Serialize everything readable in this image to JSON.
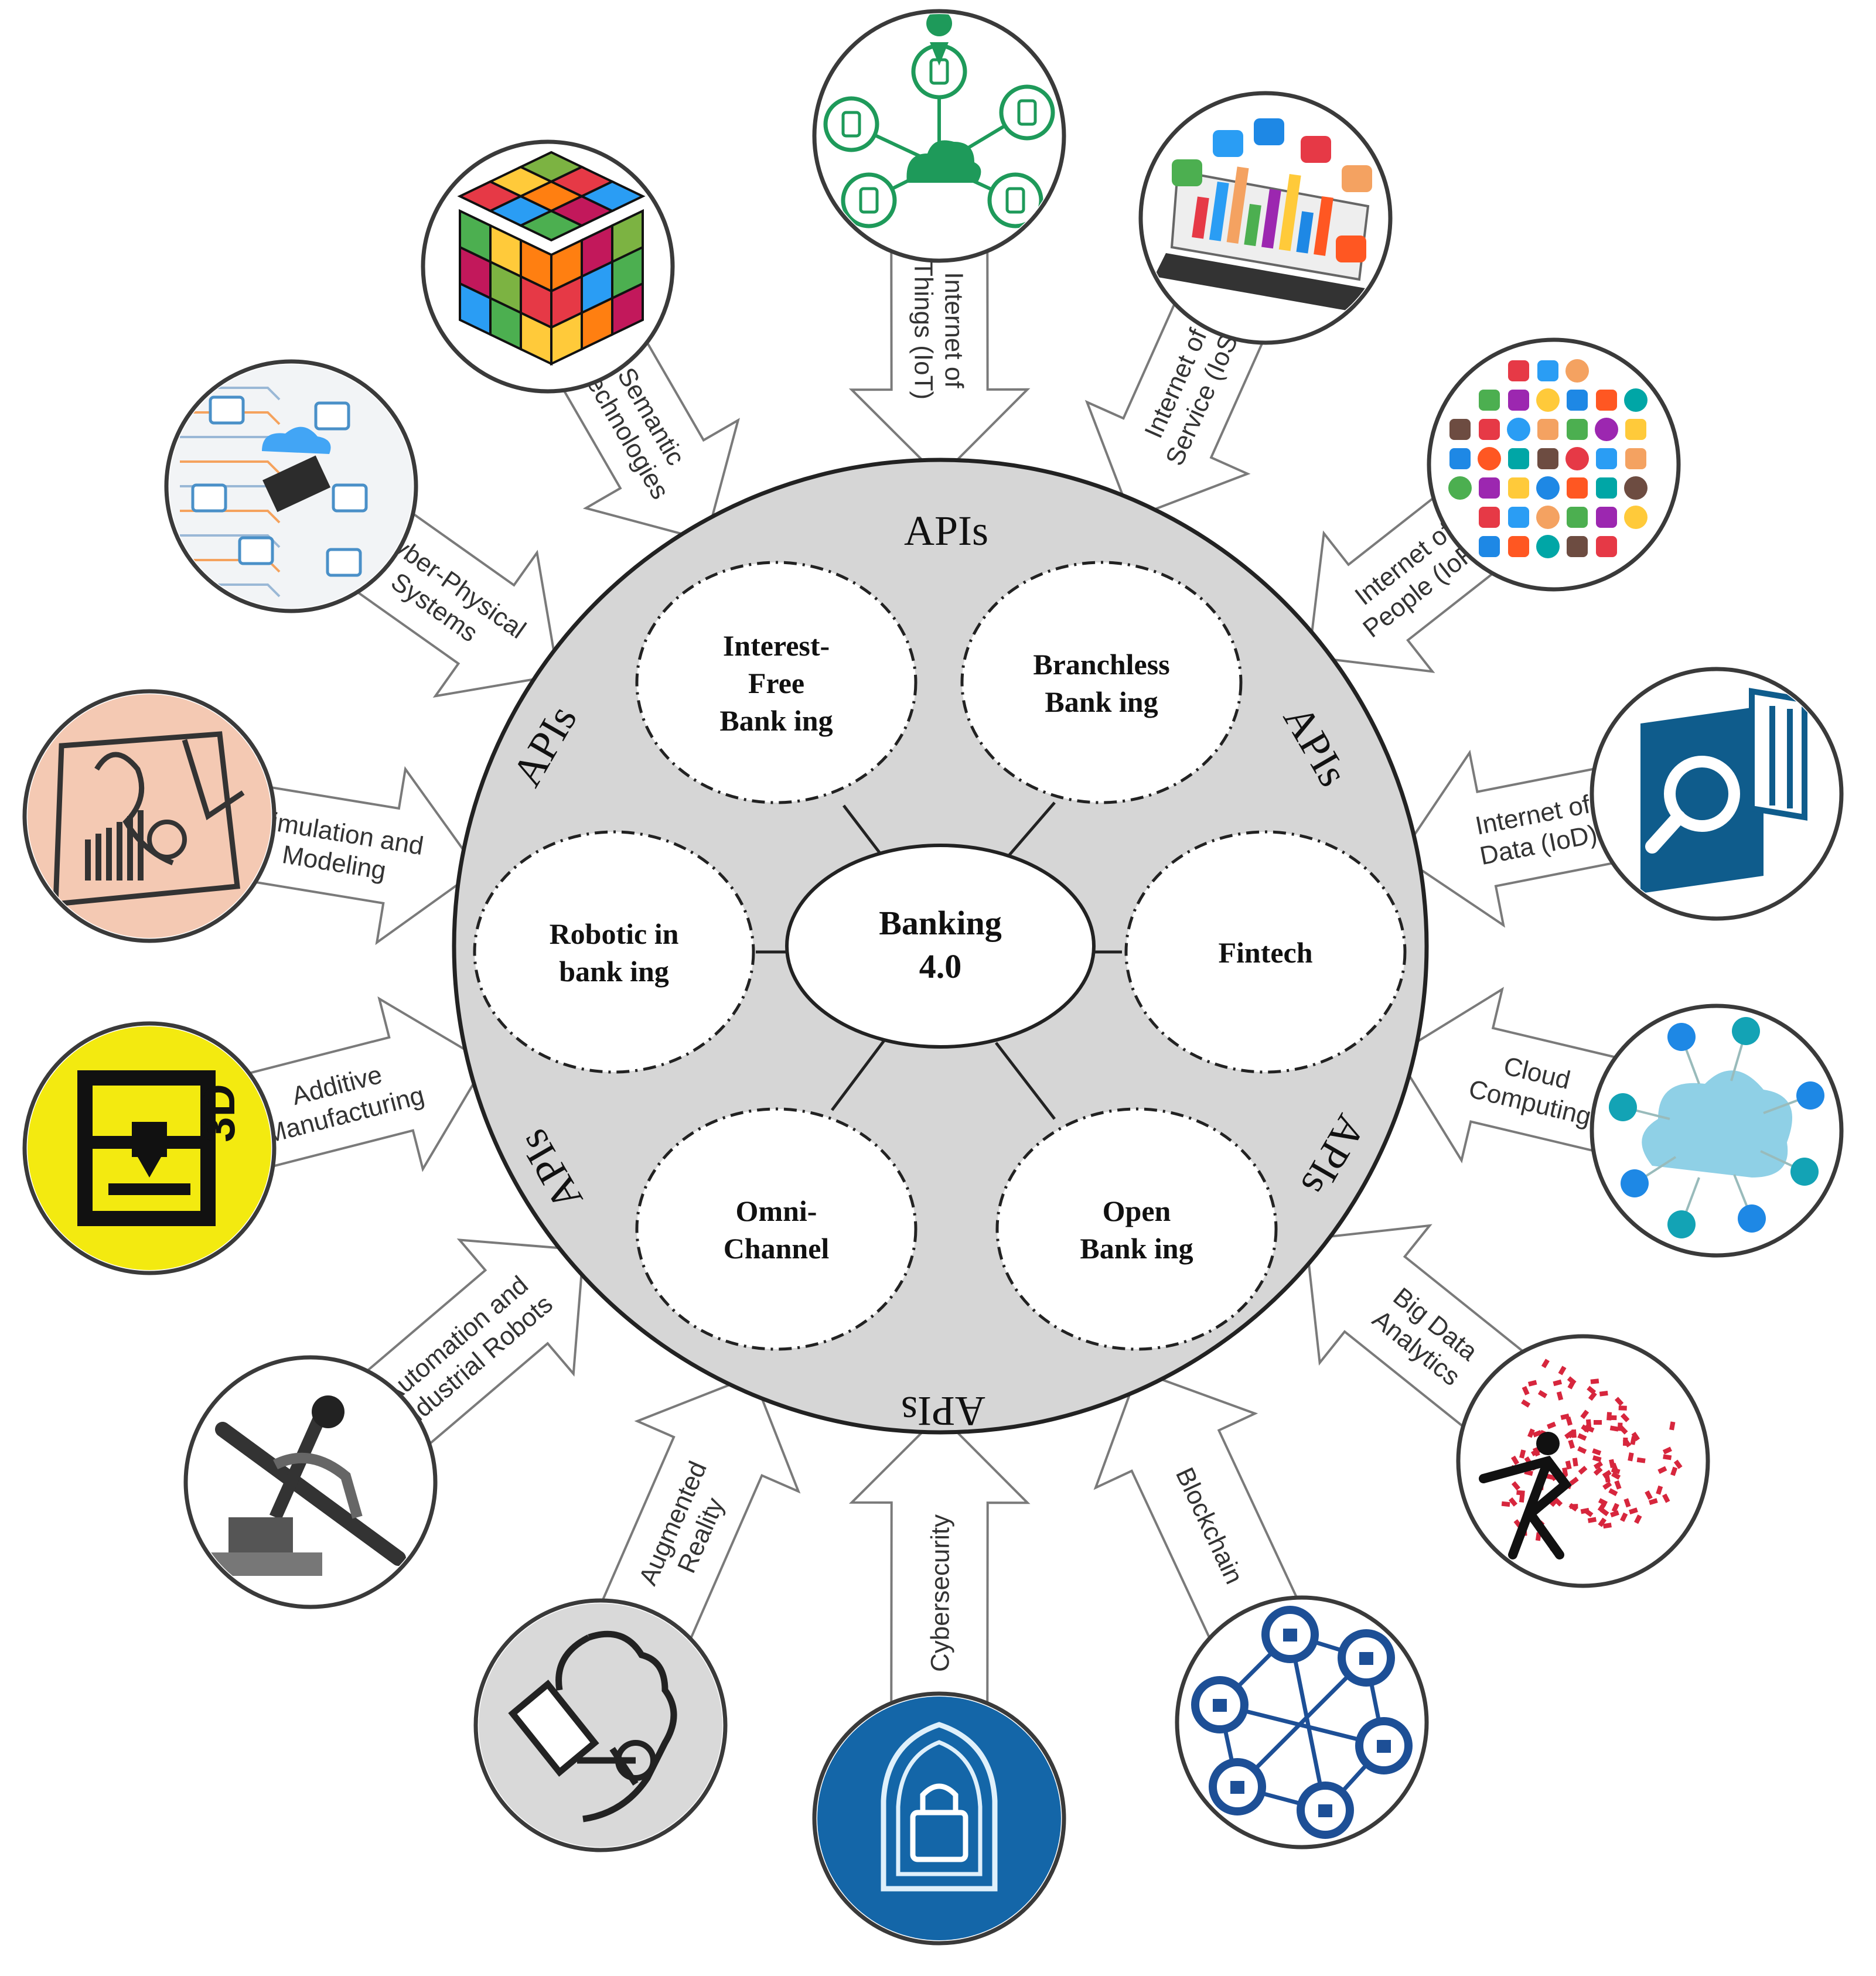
{
  "hub": {
    "center_label": [
      "Banking",
      "4.0"
    ],
    "api_label": "APIs",
    "services": [
      {
        "id": "interest-free-banking",
        "lines": [
          "Interest-",
          "Free",
          "Bank ing"
        ]
      },
      {
        "id": "branchless-banking",
        "lines": [
          "Branchless",
          "Bank ing"
        ]
      },
      {
        "id": "robotic-in-banking",
        "lines": [
          "Robotic in",
          "bank ing"
        ]
      },
      {
        "id": "fintech",
        "lines": [
          "Fintech"
        ]
      },
      {
        "id": "omni-channel",
        "lines": [
          "Omni-",
          "Channel"
        ]
      },
      {
        "id": "open-banking",
        "lines": [
          "Open",
          "Bank ing"
        ]
      }
    ]
  },
  "technologies": [
    {
      "id": "internet-of-things",
      "lines": [
        "Internet of",
        "Things (IoT)"
      ],
      "icon": "iot-network-icon"
    },
    {
      "id": "internet-of-service",
      "lines": [
        "Internet of",
        "Service (IoS)"
      ],
      "icon": "tablet-apps-icon"
    },
    {
      "id": "internet-of-people",
      "lines": [
        "Internet of",
        "People (IoP)"
      ],
      "icon": "social-cloud-icon"
    },
    {
      "id": "internet-of-data",
      "lines": [
        "Internet of",
        "Data (IoD)"
      ],
      "icon": "book-search-icon"
    },
    {
      "id": "cloud-computing",
      "lines": [
        "Cloud",
        "Computing"
      ],
      "icon": "cloud-network-icon"
    },
    {
      "id": "big-data-analytics",
      "lines": [
        "Big Data",
        "Analytics"
      ],
      "icon": "data-digger-icon"
    },
    {
      "id": "blockchain",
      "lines": [
        "Blockchain"
      ],
      "icon": "blockchain-network-icon"
    },
    {
      "id": "cybersecurity",
      "lines": [
        "Cybersecurity"
      ],
      "icon": "shield-lock-icon"
    },
    {
      "id": "augmented-reality",
      "lines": [
        "Augmented",
        "Reality"
      ],
      "icon": "ar-glove-icon"
    },
    {
      "id": "automation-industrial-robots",
      "lines": [
        "Automation and",
        "Industrial Robots"
      ],
      "icon": "robot-arm-icon"
    },
    {
      "id": "additive-manufacturing",
      "lines": [
        "Additive",
        "Manufacturing"
      ],
      "icon": "3d-printer-icon"
    },
    {
      "id": "simulation-modeling",
      "lines": [
        "Simulation and",
        "Modeling"
      ],
      "icon": "simulation-sketch-icon"
    },
    {
      "id": "cyber-physical-systems",
      "lines": [
        "Cyber-Physical",
        "Systems"
      ],
      "icon": "circuit-devices-icon"
    },
    {
      "id": "semantic-technologies",
      "lines": [
        "Semantic",
        "Technologies"
      ],
      "icon": "rubiks-cube-icon"
    }
  ],
  "icon_labels": {
    "3d_printer": "3D"
  },
  "colors": {
    "hub_fill": "#d6d6d6",
    "outline": "#3a3a3a",
    "arrow_stroke": "#7a7a7a",
    "cyber_blue": "#1466a8",
    "iod_blue": "#0f5c8c",
    "chain_blue": "#1d4f96",
    "print_yellow": "#f3ea10",
    "iot_green": "#1e9a5a",
    "cloud_teal": "#13a3b5",
    "bigdata_red": "#d7263d"
  }
}
